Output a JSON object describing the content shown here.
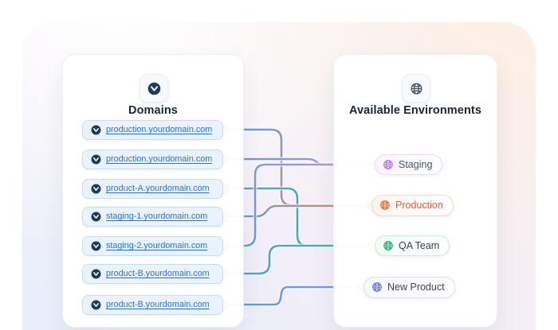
{
  "domains_panel": {
    "header_icon": "shield-circle-icon",
    "title": "Domains",
    "link_color": "#2b6fd4",
    "pill_bg": "#eaf3fd",
    "pill_border": "#c5dcf4",
    "favicon_color": "#1d3a57",
    "stub_color": "#4a90e2",
    "items": [
      {
        "label": "production.yourdomain.com"
      },
      {
        "label": "production.yourdomain.com"
      },
      {
        "label": "product-A.yourdomain.com"
      },
      {
        "label": "staging-1.yourdomain.com"
      },
      {
        "label": "staging-2.yourdomain.com"
      },
      {
        "label": "product-B.yourdomain.com"
      },
      {
        "label": "product-B.yourdomain.com"
      }
    ]
  },
  "environments_panel": {
    "header_icon": "globe-icon",
    "title": "Available Environments",
    "items": [
      {
        "label": "Staging",
        "accent": "#c98fe6",
        "border": "#eed8f6",
        "bg": "#fbf4fd",
        "text": "#47566b",
        "icon_color": "#b477dd"
      },
      {
        "label": "Production",
        "accent": "#ee8a62",
        "border": "#f7d6c3",
        "bg": "#fef4ee",
        "text": "#e05a3a",
        "icon_color": "#eb6a3e"
      },
      {
        "label": "QA Team",
        "accent": "#46b583",
        "border": "#c8ebd5",
        "bg": "#f3fbf6",
        "text": "#334155",
        "icon_color": "#2fa96c"
      },
      {
        "label": "New Product",
        "accent": "#8c92ea",
        "border": "#dbdcf7",
        "bg": "#f7f7fe",
        "text": "#3a4456",
        "icon_color": "#6d74e0"
      }
    ]
  },
  "connections": [
    {
      "from": 0,
      "to": 1
    },
    {
      "from": 1,
      "to": 0
    },
    {
      "from": 2,
      "to": 2
    },
    {
      "from": 3,
      "to": 1
    },
    {
      "from": 4,
      "to": 0
    },
    {
      "from": 5,
      "to": 2
    },
    {
      "from": 6,
      "to": 3
    }
  ],
  "wire_start_color": "#5b9be0"
}
